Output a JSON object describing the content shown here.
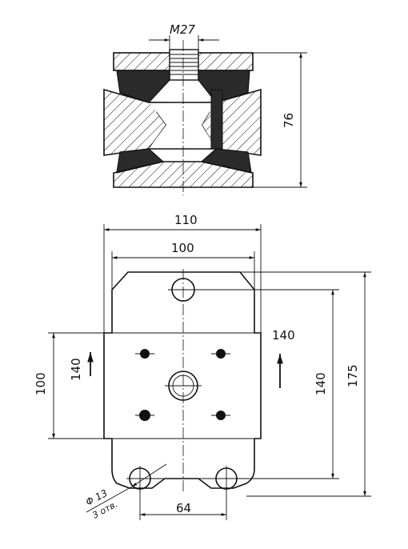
{
  "drawing": {
    "thread_label": "M27",
    "dim_height": "76",
    "dim_width_overall": "110",
    "dim_width_inner": "100",
    "dim_height_total": "175",
    "dim_hole_spacing_v": "140",
    "dim_block_height": "100",
    "dim_left_140": "140",
    "dim_right_140": "140",
    "dim_bottom_spacing": "64",
    "hole_diameter": "Φ 13",
    "hole_count": "3 отв."
  }
}
